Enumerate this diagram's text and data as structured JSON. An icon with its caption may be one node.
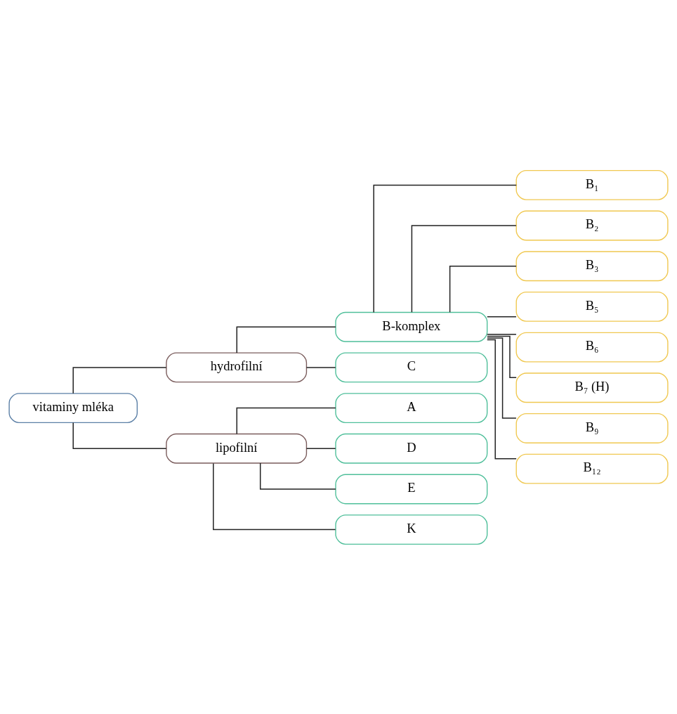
{
  "diagram": {
    "nodes": [
      {
        "text": [
          "vitaminy mléka"
        ]
      },
      {
        "text": [
          "hydrofilní"
        ]
      },
      {
        "text": [
          "lipofilní"
        ]
      },
      {
        "text": [
          "B-komplex"
        ]
      },
      {
        "text": [
          "B₁"
        ]
      },
      {
        "text": [
          "B₂"
        ]
      },
      {
        "text": [
          "B₃"
        ]
      },
      {
        "text": [
          "B₅"
        ]
      },
      {
        "text": [
          "B₆"
        ]
      },
      {
        "text": [
          "B₇ (H)"
        ]
      },
      {
        "text": [
          "B₉"
        ]
      },
      {
        "text": [
          "B₁₂"
        ]
      },
      {
        "text": [
          "C"
        ]
      },
      {
        "text": [
          "A"
        ]
      },
      {
        "text": [
          "D"
        ]
      },
      {
        "text": [
          "E"
        ]
      },
      {
        "text": [
          "K"
        ]
      }
    ],
    "edges": [
      {
        "from": 0,
        "to": 1,
        "arrow": "none"
      },
      {
        "from": 0,
        "to": 2,
        "arrow": "none"
      },
      {
        "from": 1,
        "to": 3,
        "arrow": "none"
      },
      {
        "from": 3,
        "to": 4,
        "arrow": "none"
      },
      {
        "from": 3,
        "to": 5,
        "arrow": "none"
      },
      {
        "from": 3,
        "to": 6,
        "arrow": "none"
      },
      {
        "from": 3,
        "to": 7,
        "arrow": "none"
      },
      {
        "from": 3,
        "to": 8,
        "arrow": "none"
      },
      {
        "from": 3,
        "to": 9,
        "arrow": "none"
      },
      {
        "from": 3,
        "to": 10,
        "arrow": "none"
      },
      {
        "from": 3,
        "to": 11,
        "arrow": "none"
      },
      {
        "from": 1,
        "to": 12,
        "arrow": "none"
      },
      {
        "from": 2,
        "to": 13,
        "arrow": "none"
      },
      {
        "from": 2,
        "to": 14,
        "arrow": "none"
      },
      {
        "from": 2,
        "to": 15,
        "arrow": "none"
      },
      {
        "from": 2,
        "to": 16,
        "arrow": "none"
      }
    ]
  }
}
